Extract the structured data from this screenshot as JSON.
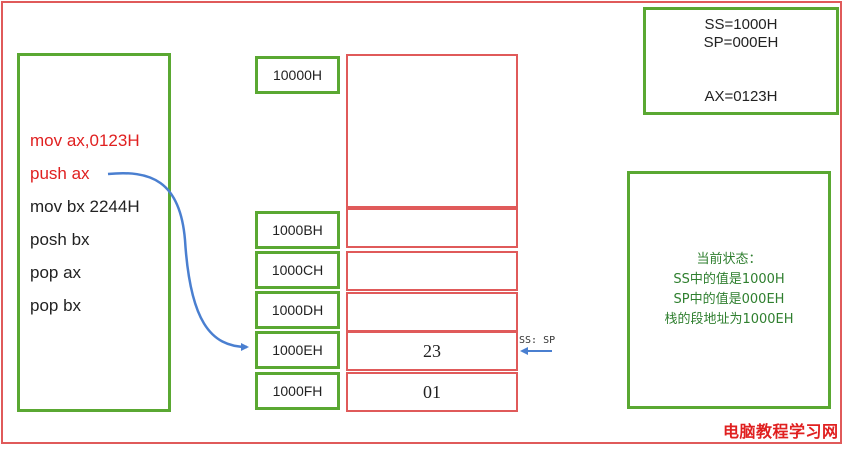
{
  "code": {
    "lines": [
      {
        "text": "mov ax,0123H",
        "color": "#e02020"
      },
      {
        "text": "push ax",
        "color": "#e02020"
      },
      {
        "text": "mov bx 2244H",
        "color": "#222222"
      },
      {
        "text": "posh bx",
        "color": "#222222"
      },
      {
        "text": "pop ax",
        "color": "#222222"
      },
      {
        "text": "pop bx",
        "color": "#222222"
      }
    ]
  },
  "memory": {
    "top_address": "10000H",
    "addresses": [
      "1000BH",
      "1000CH",
      "1000DH",
      "1000EH",
      "1000FH"
    ],
    "values": [
      "",
      "",
      "",
      "23",
      "01"
    ]
  },
  "registers": {
    "ss": "SS=1000H",
    "sp": "SP=000EH",
    "ax": "AX=0123H"
  },
  "pointer_label": "SS: SP",
  "status": {
    "title": "当前状态：",
    "lines": [
      "SS中的值是1000H",
      "SP中的值是000EH",
      "栈的段地址为1000EH"
    ]
  },
  "watermark": "电脑教程学习网",
  "colors": {
    "frame": "#e05a5a",
    "green_border": "#5aa832",
    "highlight_text": "#e02020",
    "arrow": "#4a7fd0",
    "status_text": "#2f7f2f"
  }
}
